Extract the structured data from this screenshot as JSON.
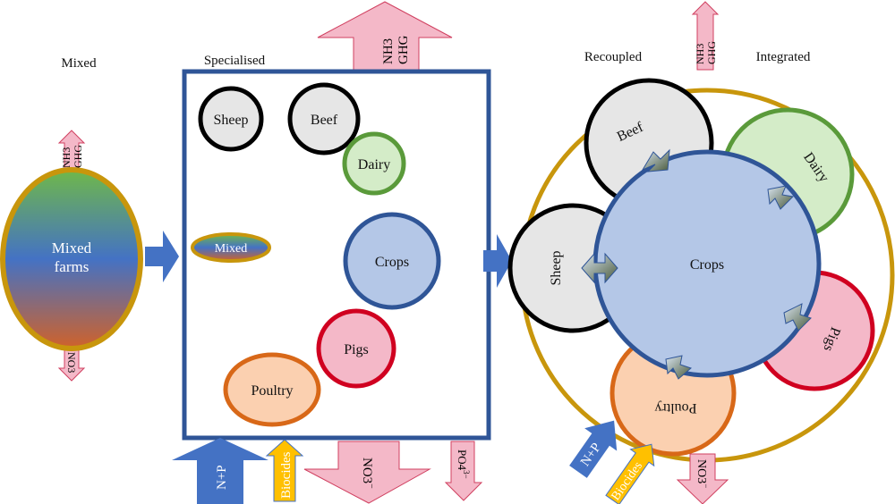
{
  "headings": {
    "mixed": "Mixed",
    "specialised": "Specialised",
    "recoupled": "Recoupled",
    "integrated": "Integrated"
  },
  "mixed_farms": {
    "label_line1": "Mixed",
    "label_line2": "farms"
  },
  "emissions": {
    "nh3": "NH3",
    "ghg": "GHG",
    "no3": "NO3",
    "no3_charge": "−",
    "po4": "PO4",
    "po4_charge": "3−"
  },
  "inputs": {
    "np": "N+P",
    "biocides": "Biocides"
  },
  "specialised": {
    "sheep": "Sheep",
    "beef": "Beef",
    "dairy": "Dairy",
    "mixed": "Mixed",
    "crops": "Crops",
    "pigs": "Pigs",
    "poultry": "Poultry"
  },
  "integrated": {
    "beef": "Beef",
    "dairy": "Dairy",
    "sheep": "Sheep",
    "crops": "Crops",
    "pigs": "Pigs",
    "poultry": "Poultry"
  },
  "colors": {
    "box": "#2f5597",
    "ring": "#c8960c",
    "emission": "#f4b8c8",
    "input_np": "#4472c4",
    "input_biocides": "#ffc000"
  }
}
